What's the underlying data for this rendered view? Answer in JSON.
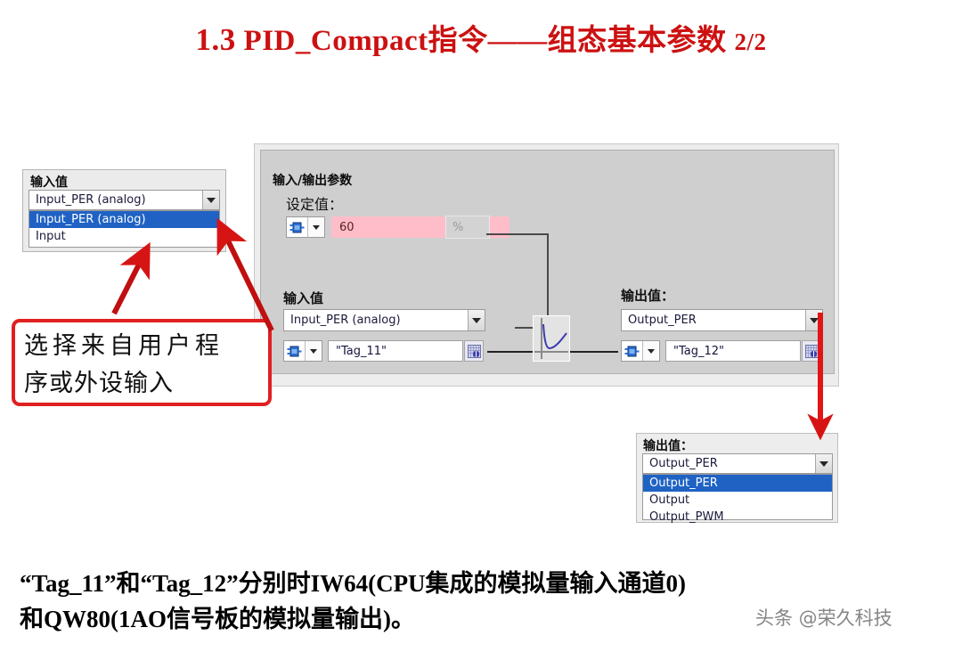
{
  "slide": {
    "title_number": "1.3",
    "title_main": "PID_Compact指令——组态基本参数",
    "title_page": "2/2"
  },
  "left_dropdown_panel": {
    "header": "输入值",
    "selected_value": "Input_PER (analog)",
    "options": [
      {
        "label": "Input_PER (analog)",
        "selected": true
      },
      {
        "label": "Input",
        "selected": false
      }
    ]
  },
  "main_panel": {
    "section_title": "输入/输出参数",
    "setpoint": {
      "label": "设定值：",
      "value": "60",
      "unit": "%"
    },
    "input_value": {
      "label": "输入值",
      "mode": "Input_PER (analog)",
      "tag": "\"Tag_11\""
    },
    "output_value": {
      "label": "输出值：",
      "mode": "Output_PER",
      "tag": "\"Tag_12\""
    },
    "curve_block_icon": "pid-curve-icon"
  },
  "bottom_right_dropdown_panel": {
    "header": "输出值：",
    "selected_value": "Output_PER",
    "options": [
      {
        "label": "Output_PER",
        "selected": true
      },
      {
        "label": "Output",
        "selected": false
      },
      {
        "label": "Output_PWM",
        "selected": false
      }
    ]
  },
  "callout": {
    "line1": "选择来自用户程",
    "line2": "序或外设输入",
    "border_color": "#e02020"
  },
  "caption": {
    "line1": "“Tag_11”和“Tag_12”分别时IW64(CPU集成的模拟量输入通道0)",
    "line2": "和QW80(1AO信号板的模拟量输出)。"
  },
  "watermark": {
    "text": "头条 @荣久科技"
  },
  "colors": {
    "title_red": "#cc1111",
    "annotation_red": "#e02020",
    "selection_blue": "#1f62c4",
    "setpoint_pink": "#ffbdc9",
    "panel_gray": "#cfcfcf"
  }
}
